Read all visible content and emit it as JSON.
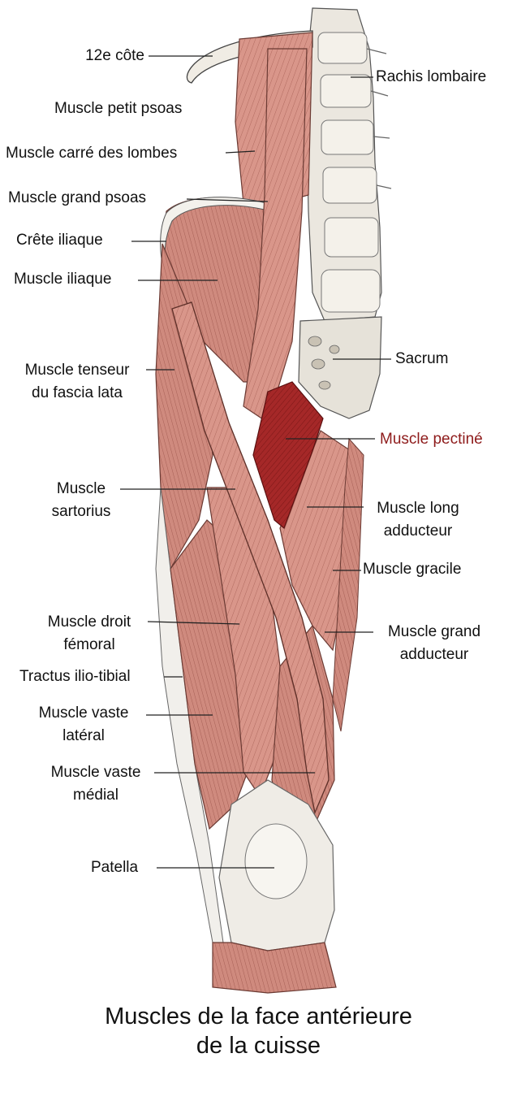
{
  "labels": {
    "rib12": "12e côte",
    "psoas_minor": "Muscle petit psoas",
    "quadratus": "Muscle carré des lombes",
    "psoas_major": "Muscle grand psoas",
    "iliac_crest": "Crête iliaque",
    "iliacus": "Muscle iliaque",
    "tfl_1": "Muscle tenseur",
    "tfl_2": "du fascia lata",
    "sartorius_1": "Muscle",
    "sartorius_2": "sartorius",
    "rectus_1": "Muscle droit",
    "rectus_2": "fémoral",
    "it_band": "Tractus ilio-tibial",
    "vlat_1": "Muscle vaste",
    "vlat_2": "latéral",
    "vmed_1": "Muscle vaste",
    "vmed_2": "médial",
    "patella": "Patella",
    "lumbar": "Rachis lombaire",
    "sacrum": "Sacrum",
    "pectineus": "Muscle pectiné",
    "add_long_1": "Muscle long",
    "add_long_2": "adducteur",
    "gracilis": "Muscle gracile",
    "add_mag_1": "Muscle grand",
    "add_mag_2": "adducteur"
  },
  "caption": {
    "line1": "Muscles de la face antérieure",
    "line2": "de la cuisse"
  },
  "colors": {
    "muscle": "#d9968a",
    "muscle_dark": "#b5665b",
    "highlight": "#a52828",
    "bone": "#e8e4dc",
    "tendon": "#f2f0ec",
    "highlight_label": "#8e1b1b"
  }
}
